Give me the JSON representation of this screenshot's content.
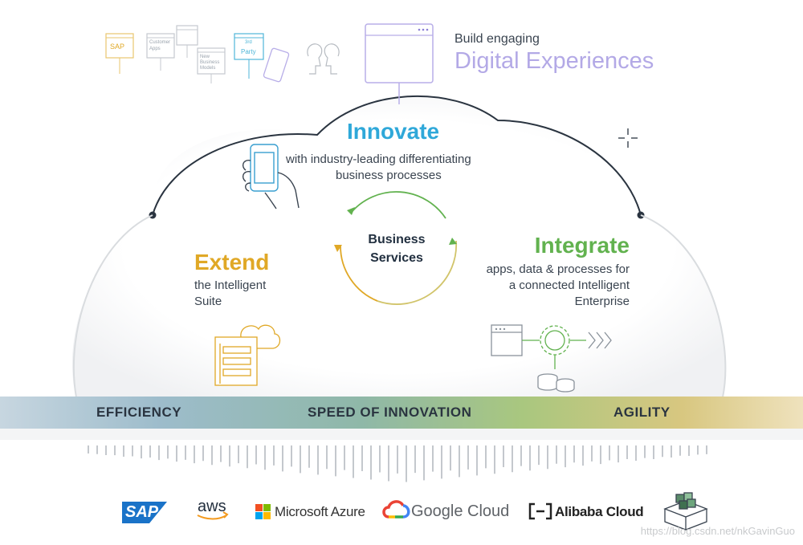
{
  "top": {
    "build_small": "Build engaging",
    "build_big": "Digital Experiences",
    "icons": {
      "sap": "SAP",
      "custom_apps_1": "Customer",
      "custom_apps_2": "Apps",
      "new_models_1": "New",
      "new_models_2": "Business",
      "new_models_3": "Models",
      "third_party_1": "3rd",
      "third_party_2": "Party"
    }
  },
  "innovate": {
    "title": "Innovate",
    "line1": "with industry-leading differentiating",
    "line2": "business processes"
  },
  "extend": {
    "title": "Extend",
    "line1": "the Intelligent",
    "line2": "Suite"
  },
  "integrate": {
    "title": "Integrate",
    "line1": "apps, data & processes for",
    "line2": "a connected Intelligent",
    "line3": "Enterprise"
  },
  "center": {
    "line1": "Business",
    "line2": "Services"
  },
  "band": {
    "efficiency": "EFFICIENCY",
    "speed": "SPEED OF INNOVATION",
    "agility": "AGILITY"
  },
  "logos": {
    "sap": "SAP",
    "aws": "aws",
    "azure": "Microsoft Azure",
    "google": "Google Cloud",
    "alibaba": "Alibaba Cloud"
  },
  "watermark": "https://blog.csdn.net/nkGavinGuo",
  "colors": {
    "innovate": "#2fa8d9",
    "extend": "#e0a826",
    "integrate": "#62b24f",
    "digital": "#b3a9e6",
    "cloud_outline": "#2a3440"
  }
}
